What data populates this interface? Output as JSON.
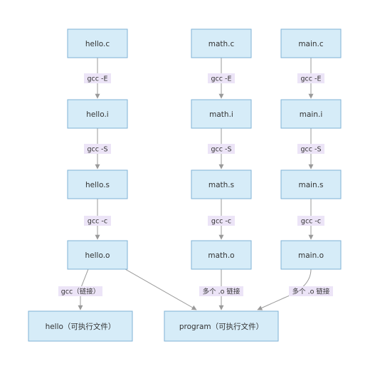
{
  "nodes": {
    "hello_c": "hello.c",
    "hello_i": "hello.i",
    "hello_s": "hello.s",
    "hello_o": "hello.o",
    "math_c": "math.c",
    "math_i": "math.i",
    "math_s": "math.s",
    "math_o": "math.o",
    "main_c": "main.c",
    "main_i": "main.i",
    "main_s": "main.s",
    "main_o": "main.o",
    "hello_exe": "hello（可执行文件）",
    "program_exe": "program（可执行文件）"
  },
  "edge_labels": {
    "preprocess": "gcc -E",
    "compile": "gcc -S",
    "assemble": "gcc -c",
    "link_single": "gcc（链接）",
    "link_multi": "多个 .o 链接"
  },
  "colors": {
    "node_fill": "#d6ecf8",
    "node_border": "#7fb2d6",
    "label_background": "#ece4f7",
    "edge": "#9a9a9a"
  }
}
